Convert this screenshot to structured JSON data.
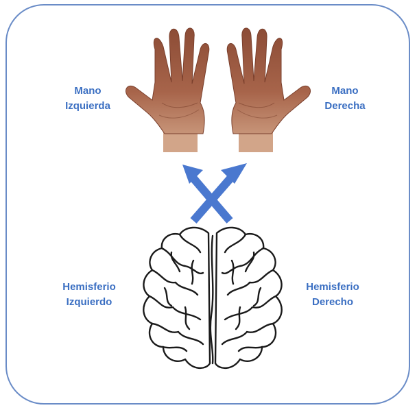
{
  "labels": {
    "left_hand": [
      "Mano",
      "Izquierda"
    ],
    "right_hand": [
      "Mano",
      "Derecha"
    ],
    "left_hemisphere": [
      "Hemisferio",
      "Izquierdo"
    ],
    "right_hemisphere": [
      "Hemisferio",
      "Derecho"
    ]
  },
  "colors": {
    "label_text": "#3b6fc2",
    "arrows": "#4a78cf",
    "frame_border": "#6a8cc7",
    "skin": "#a7644a",
    "brain_outline": "#1a1a1a"
  },
  "icons": [
    "left-hand-icon",
    "right-hand-icon",
    "brain-icon",
    "crossed-arrows-icon"
  ]
}
